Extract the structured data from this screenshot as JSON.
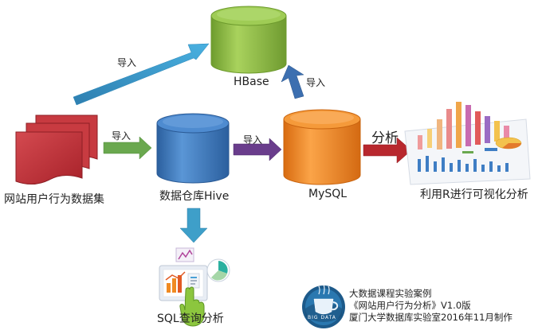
{
  "nodes": {
    "dataset": "网站用户行为数据集",
    "hive": "数据仓库Hive",
    "hbase": "HBase",
    "mysql": "MySQL",
    "r_vis": "利用R进行可视化分析",
    "sql": "SQL查询分析"
  },
  "edges": {
    "dataset_to_hive": "导入",
    "dataset_to_hbase": "导入",
    "hive_to_mysql": "导入",
    "mysql_to_hbase": "导入",
    "mysql_to_r": "分析"
  },
  "logo": {
    "text": "BIG DATA"
  },
  "credits": {
    "line1": "大数据课程实验案例",
    "line2": "《网站用户行为分析》V1.0版",
    "line3": "厦门大学数据库实验室2016年11月制作"
  },
  "colors": {
    "hbase": "#8fbc45",
    "hive": "#3f7ec4",
    "mysql": "#f08a22",
    "dataset": "#c9343b",
    "arrow_green": "#6aa84f",
    "arrow_purple": "#6a3d8c",
    "arrow_red": "#b8282e",
    "arrow_blue": "#3e9fc9"
  }
}
